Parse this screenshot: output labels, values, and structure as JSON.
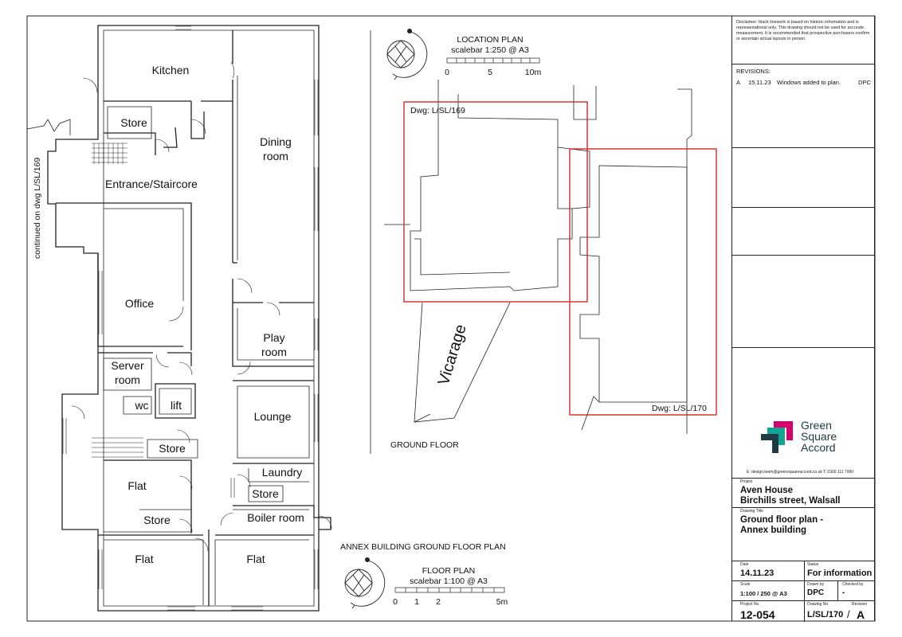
{
  "rooms": {
    "kitchen": "Kitchen",
    "store_top": "Store",
    "entrance": "Entrance/Staircore",
    "dining1": "Dining",
    "dining2": "room",
    "office": "Office",
    "play1": "Play",
    "play2": "room",
    "server1": "Server",
    "server2": "room",
    "wc": "wc",
    "lift": "lift",
    "store_mid": "Store",
    "lounge": "Lounge",
    "flat_mid": "Flat",
    "store_flat": "Store",
    "laundry": "Laundry",
    "store_laundry": "Store",
    "boiler": "Boiler room",
    "flat_left": "Flat",
    "flat_right": "Flat"
  },
  "continued_note": "continued on dwg L/SL/169",
  "location_plan": {
    "title": "LOCATION PLAN",
    "scale": "scalebar 1:250 @ A3",
    "ticks": [
      "0",
      "5",
      "10m"
    ],
    "dwg_169": "Dwg: L/SL/169",
    "dwg_170": "Dwg: L/SL/170",
    "vicarage": "Vicarage",
    "ground_floor": "GROUND FLOOR"
  },
  "annex_title": "ANNEX BUILDING GROUND FLOOR PLAN",
  "floor_plan": {
    "title": "FLOOR PLAN",
    "scale": "scalebar 1:100 @ A3",
    "ticks": [
      "0",
      "1",
      "2",
      "5m"
    ]
  },
  "title_block": {
    "disclaimer": "Disclaimer: black linework is based on historic information and is representational only. This drawing should not be used for accurate measurement. It is recommended that prospective purchasers confirm or ascertain actual layouts in person.",
    "revisions_label": "REVISIONS:",
    "revision": {
      "rev": "A",
      "date": "15.11.23",
      "desc": "Windows added to plan.",
      "by": "DPC"
    },
    "logo": [
      "Green",
      "Square",
      "Accord"
    ],
    "contact": "E: design.team@greensquareaccord.co.uk  T: 0300 111 7000",
    "project_label": "Project",
    "project": [
      "Aven House",
      "Birchills street, Walsall"
    ],
    "drawing_title_label": "Drawing Title",
    "drawing_title": [
      "Ground floor plan -",
      "Annex building"
    ],
    "date_label": "Date",
    "date": "14.11.23",
    "status_label": "Status",
    "status": "For information",
    "scale_label": "Scale",
    "scale": "1:100 / 250 @ A3",
    "drawn_label": "Drawn by",
    "drawn": "DPC",
    "checked_label": "Checked by",
    "checked": "-",
    "project_no_label": "Project No.",
    "project_no": "12-054",
    "drawing_no_label": "Drawing No.",
    "drawing_no": "L/SL/170",
    "revision_label": "Revision",
    "revision_letter": "A"
  },
  "colors": {
    "boundary_red": "#d62828",
    "logo_magenta": "#d8006f",
    "logo_teal": "#12a596",
    "logo_dark": "#1f3a45"
  }
}
